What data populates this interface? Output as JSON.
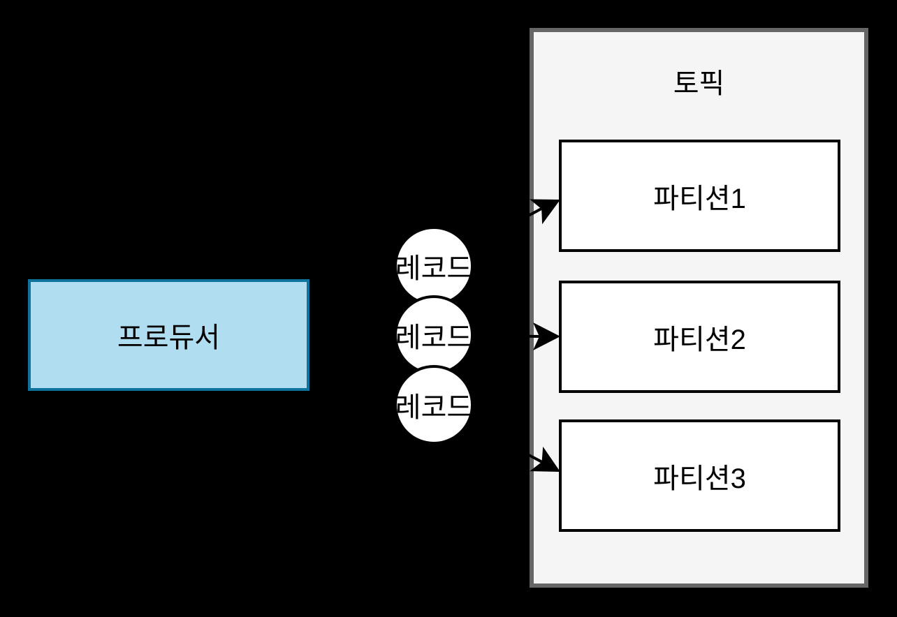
{
  "diagram": {
    "producer": {
      "label": "프로듀서"
    },
    "records": [
      {
        "label": "레코드"
      },
      {
        "label": "레코드"
      },
      {
        "label": "레코드"
      }
    ],
    "topic": {
      "title": "토픽",
      "partitions": [
        {
          "label": "파티션1"
        },
        {
          "label": "파티션2"
        },
        {
          "label": "파티션3"
        }
      ]
    },
    "colors": {
      "background": "#000000",
      "producer_fill": "#b1ddf0",
      "producer_stroke": "#10739e",
      "topic_fill": "#f5f5f5",
      "topic_stroke": "#666666",
      "partition_fill": "#ffffff",
      "partition_stroke": "#000000",
      "record_fill": "#ffffff",
      "record_stroke": "#000000",
      "arrow_color": "#000000"
    }
  }
}
